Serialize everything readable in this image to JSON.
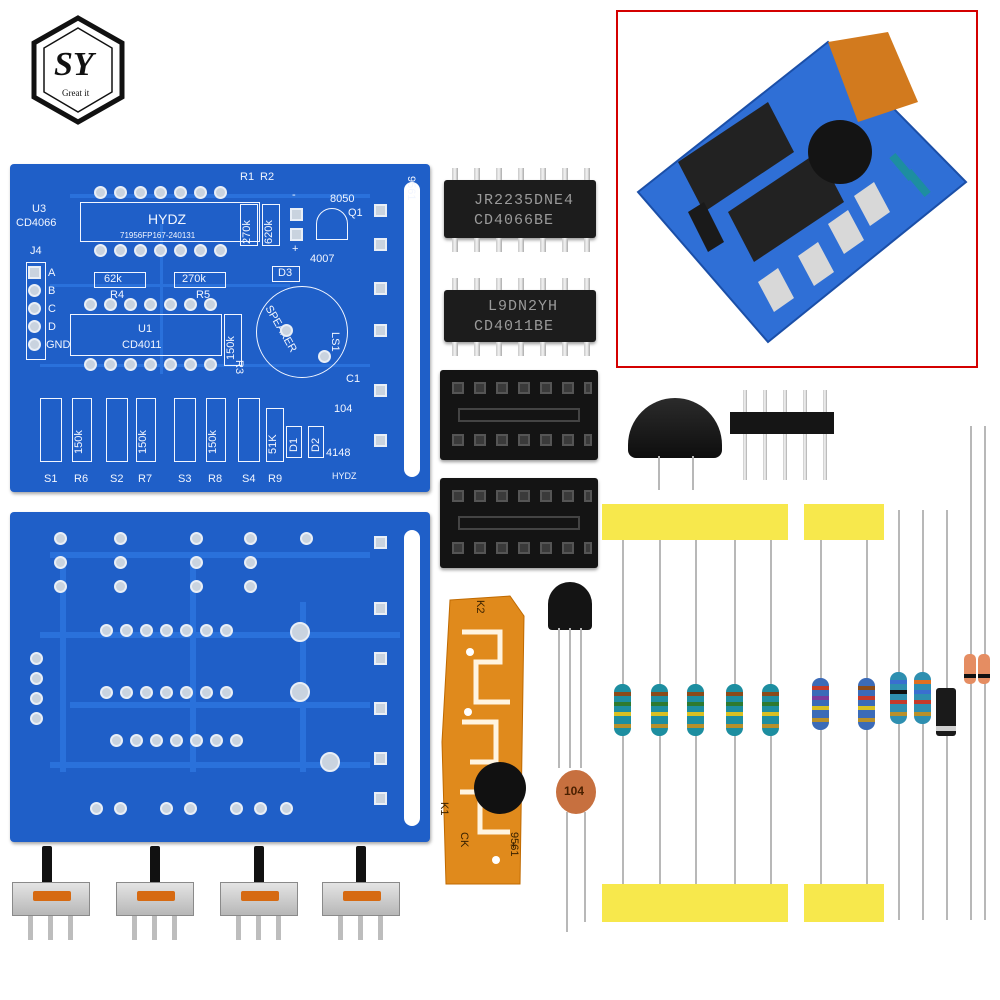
{
  "brand": {
    "logo_letters": "SY",
    "logo_tagline": "Great it"
  },
  "pcb_top": {
    "labels": {
      "u3": "U3",
      "u3_part": "CD4066",
      "brand": "HYDZ",
      "code": "71956FP167-240131",
      "r1": "R1",
      "r2": "R2",
      "r1_val": "270k",
      "r2_val": "620k",
      "minus": "-",
      "plus": "+",
      "q1": "Q1",
      "q1_part": "8050",
      "d3_part": "4007",
      "d3": "D3",
      "j4": "J4",
      "pin_a": "A",
      "pin_b": "B",
      "pin_c": "C",
      "pin_d": "D",
      "pin_gnd": "GND",
      "r4_val": "62k",
      "r4": "R4",
      "r5_val": "270k",
      "r5": "R5",
      "u1": "U1",
      "u1_part": "CD4011",
      "r3_val": "150k",
      "r3": "R3",
      "speaker": "SPEAKER",
      "ls1": "LS1",
      "c1": "C1",
      "c1_val": "104",
      "ic_code": "9561",
      "r6_val": "150k",
      "r7_val": "150k",
      "r8_val": "150k",
      "r9_val": "51K",
      "d1": "D1",
      "d2": "D2",
      "d_part": "4148",
      "brand2": "HYDZ",
      "s1": "S1",
      "r6": "R6",
      "s2": "S2",
      "r7": "R7",
      "s3": "S3",
      "r8": "R8",
      "s4": "S4",
      "r9": "R9"
    }
  },
  "chips": {
    "ic1_line1": "JR2235DNE4",
    "ic1_line2": "CD4066BE",
    "ic2_line1": "L9DN2YH",
    "ic2_line2": "CD4011BE"
  },
  "sound_module": {
    "k2": "K2",
    "k1": "K1",
    "ck": "CK",
    "code": "9561",
    "plus": "+"
  },
  "capacitor": {
    "value": "104"
  },
  "colors": {
    "pcb_blue": "#1f5fc8",
    "frame_red": "#d40000",
    "tape_yellow": "#f7e84c",
    "module_orange": "#e08a1c",
    "resistor_body": "#1d8ea0"
  }
}
